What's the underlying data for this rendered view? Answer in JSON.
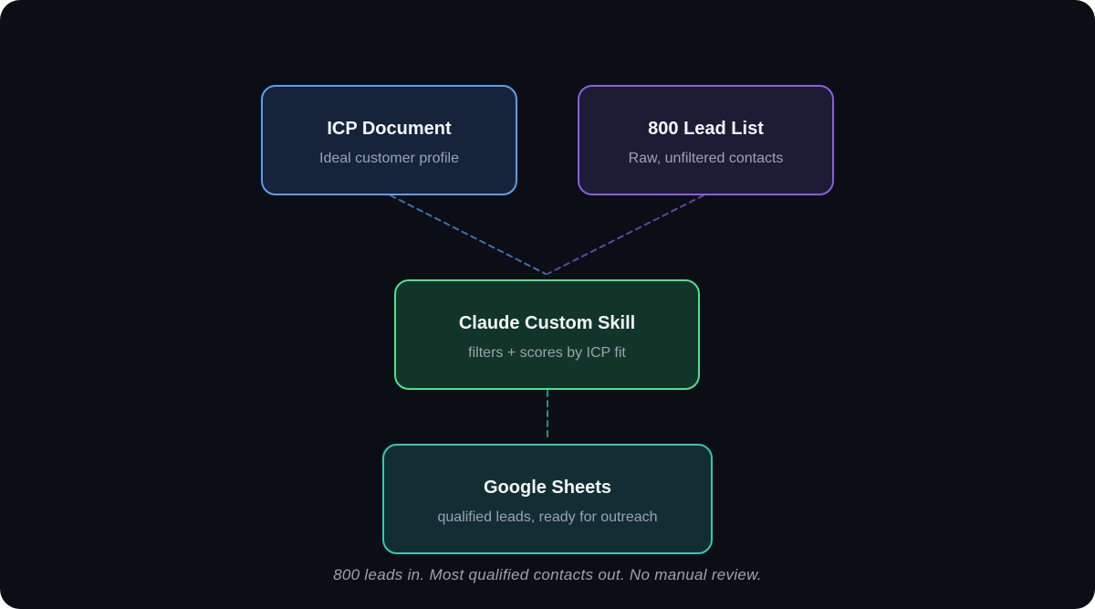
{
  "colors": {
    "background": "#0b0e15",
    "icp_accent": "#5b9ef0",
    "leads_accent": "#8c5ce6",
    "skill_accent": "#4fe08f",
    "sheets_accent": "#37c7b3",
    "subtitle_text": "#9aa3b2"
  },
  "nodes": {
    "icp": {
      "title": "ICP Document",
      "subtitle": "Ideal customer profile"
    },
    "leads": {
      "title": "800 Lead List",
      "subtitle": "Raw, unfiltered contacts"
    },
    "skill": {
      "title": "Claude Custom Skill",
      "subtitle": "filters + scores by ICP fit"
    },
    "sheets": {
      "title": "Google Sheets",
      "subtitle": "qualified leads, ready for outreach"
    }
  },
  "caption": "800 leads in. Most qualified contacts out. No manual review."
}
